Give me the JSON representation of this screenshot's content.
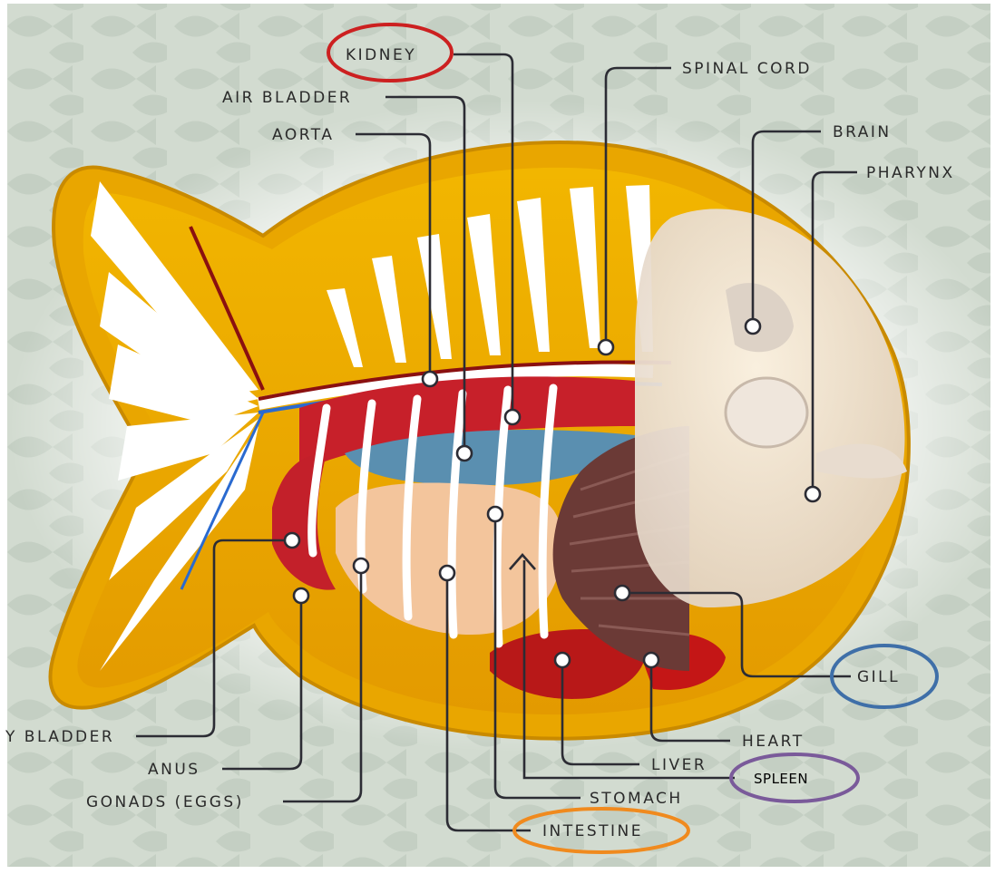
{
  "labels": {
    "kidney": "KIDNEY",
    "air_bladder": "AIR BLADDER",
    "aorta": "AORTA",
    "spinal_cord": "SPINAL CORD",
    "brain": "BRAIN",
    "pharynx": "PHARYNX",
    "urinary_bladder": "Y BLADDER",
    "anus": "ANUS",
    "gonads": "GONADS (EGGS)",
    "stomach": "STOMACH",
    "intestine": "INTESTINE",
    "liver": "LIVER",
    "spleen": "SPLEEN",
    "heart": "HEART",
    "gill": "GILL"
  },
  "highlights": {
    "kidney": "#cc2020",
    "intestine": "#f08a1e",
    "gill": "#3f6fa8",
    "spleen": "#7a5a9a"
  }
}
